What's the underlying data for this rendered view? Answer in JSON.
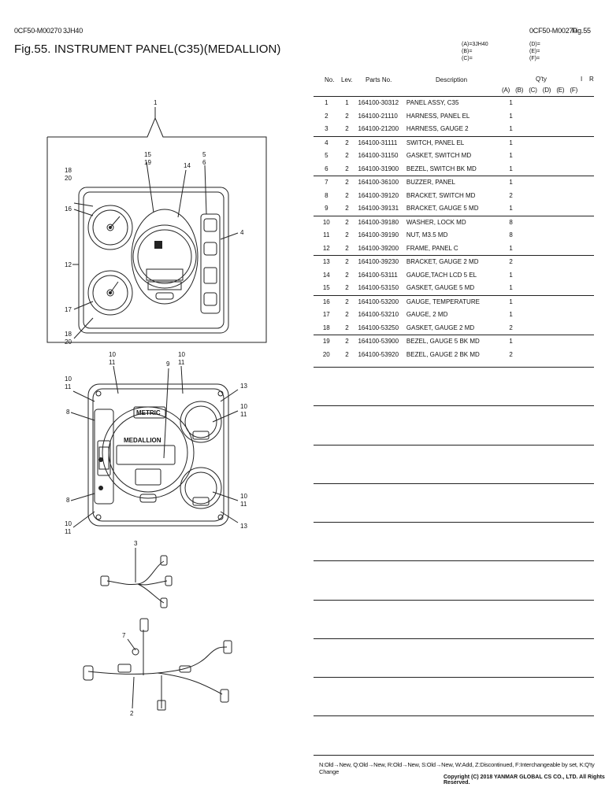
{
  "header": {
    "doc_code_left": "0CF50-M00270",
    "model": "3JH40",
    "doc_code_right": "0CF50-M00270",
    "fig_ref": "Fig.55",
    "title": "Fig.55.  INSTRUMENT PANEL(C35)(MEDALLION)"
  },
  "model_codes": {
    "a": "(A)=3JH40",
    "b": "(B)=",
    "c": "(C)=",
    "d": "(D)=",
    "e": "(E)=",
    "f": "(F)="
  },
  "table": {
    "headers": {
      "no": "No.",
      "lev": "Lev.",
      "parts_no": "Parts No.",
      "description": "Description",
      "qty": "Q'ty",
      "i": "I",
      "r": "R"
    },
    "qty_columns": [
      "(A)",
      "(B)",
      "(C)",
      "(D)",
      "(E)",
      "(F)"
    ],
    "rows": [
      {
        "no": "1",
        "lev": "1",
        "pn": "164100-30312",
        "desc": "PANEL ASSY, C35",
        "qty": "1"
      },
      {
        "no": "2",
        "lev": "2",
        "pn": "164100-21110",
        "desc": "HARNESS, PANEL EL",
        "qty": "1"
      },
      {
        "no": "3",
        "lev": "2",
        "pn": "164100-21200",
        "desc": "HARNESS, GAUGE 2",
        "qty": "1"
      },
      {
        "no": "4",
        "lev": "2",
        "pn": "164100-31111",
        "desc": "SWITCH, PANEL EL",
        "qty": "1"
      },
      {
        "no": "5",
        "lev": "2",
        "pn": "164100-31150",
        "desc": "GASKET, SWITCH MD",
        "qty": "1"
      },
      {
        "no": "6",
        "lev": "2",
        "pn": "164100-31900",
        "desc": "BEZEL, SWITCH BK MD",
        "qty": "1"
      },
      {
        "no": "7",
        "lev": "2",
        "pn": "164100-36100",
        "desc": "BUZZER, PANEL",
        "qty": "1"
      },
      {
        "no": "8",
        "lev": "2",
        "pn": "164100-39120",
        "desc": "BRACKET, SWITCH MD",
        "qty": "2"
      },
      {
        "no": "9",
        "lev": "2",
        "pn": "164100-39131",
        "desc": "BRACKET, GAUGE 5 MD",
        "qty": "1"
      },
      {
        "no": "10",
        "lev": "2",
        "pn": "164100-39180",
        "desc": "WASHER, LOCK MD",
        "qty": "8"
      },
      {
        "no": "11",
        "lev": "2",
        "pn": "164100-39190",
        "desc": "NUT, M3.5 MD",
        "qty": "8"
      },
      {
        "no": "12",
        "lev": "2",
        "pn": "164100-39200",
        "desc": "FRAME, PANEL C",
        "qty": "1"
      },
      {
        "no": "13",
        "lev": "2",
        "pn": "164100-39230",
        "desc": "BRACKET, GAUGE 2 MD",
        "qty": "2"
      },
      {
        "no": "14",
        "lev": "2",
        "pn": "164100-53111",
        "desc": "GAUGE,TACH LCD 5 EL",
        "qty": "1"
      },
      {
        "no": "15",
        "lev": "2",
        "pn": "164100-53150",
        "desc": "GASKET, GAUGE 5 MD",
        "qty": "1"
      },
      {
        "no": "16",
        "lev": "2",
        "pn": "164100-53200",
        "desc": "GAUGE, TEMPERATURE",
        "qty": "1"
      },
      {
        "no": "17",
        "lev": "2",
        "pn": "164100-53210",
        "desc": "GAUGE, 2 MD",
        "qty": "1"
      },
      {
        "no": "18",
        "lev": "2",
        "pn": "164100-53250",
        "desc": "GASKET, GAUGE 2 MD",
        "qty": "2"
      },
      {
        "no": "19",
        "lev": "2",
        "pn": "164100-53900",
        "desc": "BEZEL, GAUGE 5 BK MD",
        "qty": "1"
      },
      {
        "no": "20",
        "lev": "2",
        "pn": "164100-53920",
        "desc": "BEZEL, GAUGE 2 BK MD",
        "qty": "2"
      }
    ]
  },
  "diagram_labels": {
    "l1": "1",
    "l15": "15",
    "l19": "19",
    "l14": "14",
    "l5": "5",
    "l6": "6",
    "l18": "18",
    "l20": "20",
    "l16": "16",
    "l4": "4",
    "l12": "12",
    "l17": "17",
    "l18b": "18",
    "l20b": "20",
    "l10": "10",
    "l11": "11",
    "l9": "9",
    "l13": "13",
    "l8": "8",
    "l3": "3",
    "l7": "7",
    "l2": "2",
    "metric": "METRIC",
    "medallion": "MEDALLION"
  },
  "footer": {
    "legend": "N:Old→New, Q:Old→New, R:Old→New, S:Old→New, W:Add, Z:Discontinued, F:Interchangeable by set, K:Q'ty Change",
    "copyright": "Copyright (C) 2018 YANMAR GLOBAL CS CO., LTD. All Rights Reserved."
  }
}
